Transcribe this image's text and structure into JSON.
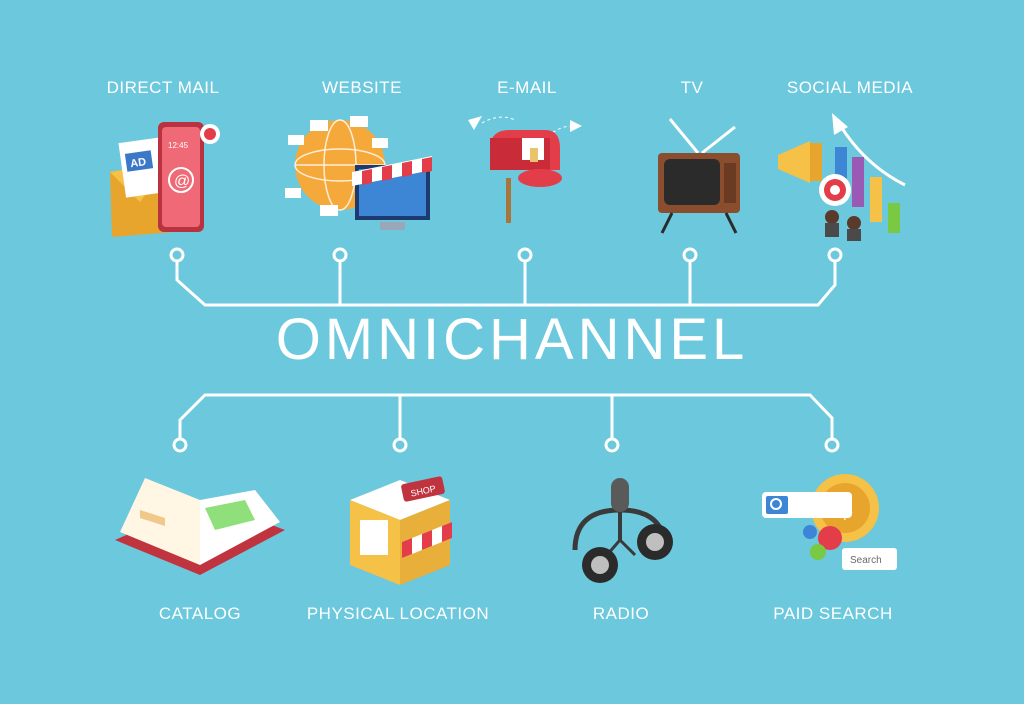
{
  "title": "OMNICHANNEL",
  "channels_top": [
    "DIRECT MAIL",
    "WEBSITE",
    "E-MAIL",
    "TV",
    "SOCIAL MEDIA"
  ],
  "channels_bottom": [
    "CATALOG",
    "PHYSICAL LOCATION",
    "RADIO",
    "PAID SEARCH"
  ],
  "icon_text": {
    "ad_card": "AD",
    "phone_time": "12:45",
    "at_sign": "@",
    "shop_sign": "SHOP",
    "search_box": "Search"
  },
  "colors": {
    "background": "#6cc8dc",
    "text": "#ffffff",
    "lines": "#ffffff"
  }
}
